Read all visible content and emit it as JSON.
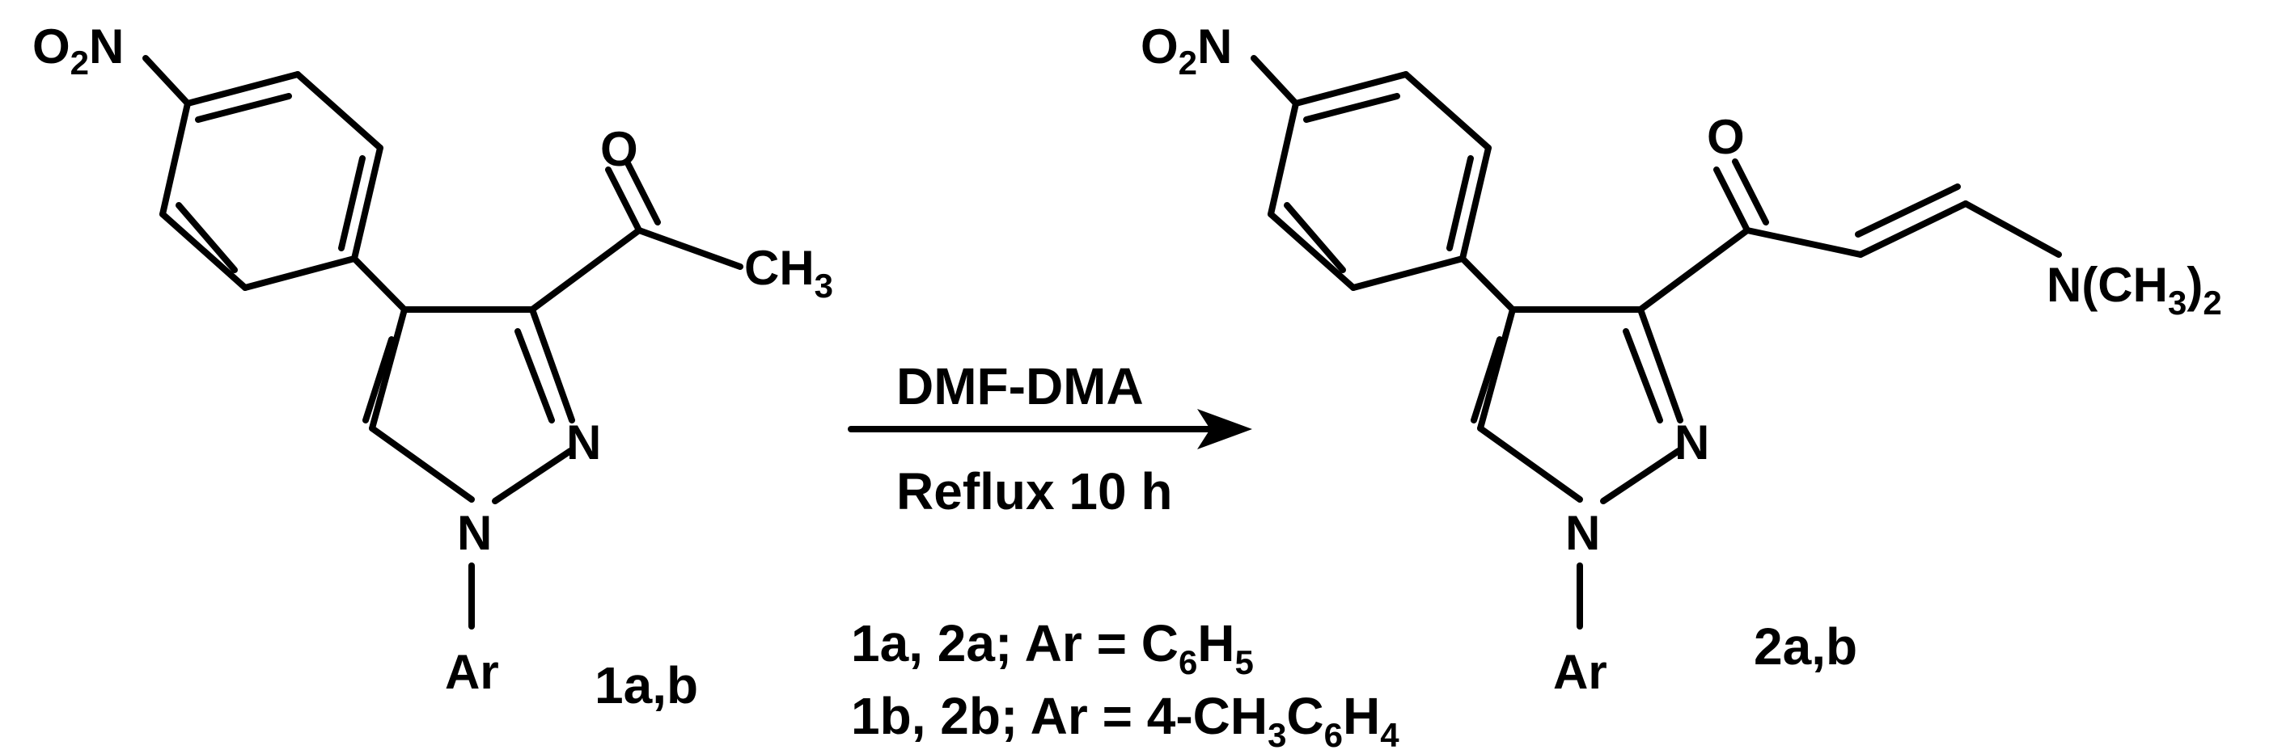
{
  "reactant": {
    "nitro": {
      "main": "O",
      "sub": "2",
      "tail": "N"
    },
    "carbonyl_o": "O",
    "methyl": {
      "main": "CH",
      "sub": "3"
    },
    "n2": "N",
    "n1": "N",
    "ar": "Ar",
    "label": "1a,b"
  },
  "product": {
    "nitro": {
      "main": "O",
      "sub": "2",
      "tail": "N"
    },
    "carbonyl_o": "O",
    "amine": {
      "a": "N(CH",
      "sub1": "3",
      "b": ")",
      "sub2": "2"
    },
    "n2": "N",
    "n1": "N",
    "ar": "Ar",
    "label": "2a,b"
  },
  "conditions": {
    "reagent": "DMF-DMA",
    "time": "Reflux 10 h"
  },
  "legend": {
    "line1": {
      "text": "1a, 2a; Ar = C",
      "sub1": "6",
      "mid": "H",
      "sub2": "5"
    },
    "line2": {
      "text": "1b, 2b; Ar = 4-CH",
      "sub1": "3",
      "mid1": "C",
      "sub2": "6",
      "mid2": "H",
      "sub3": "4"
    }
  }
}
